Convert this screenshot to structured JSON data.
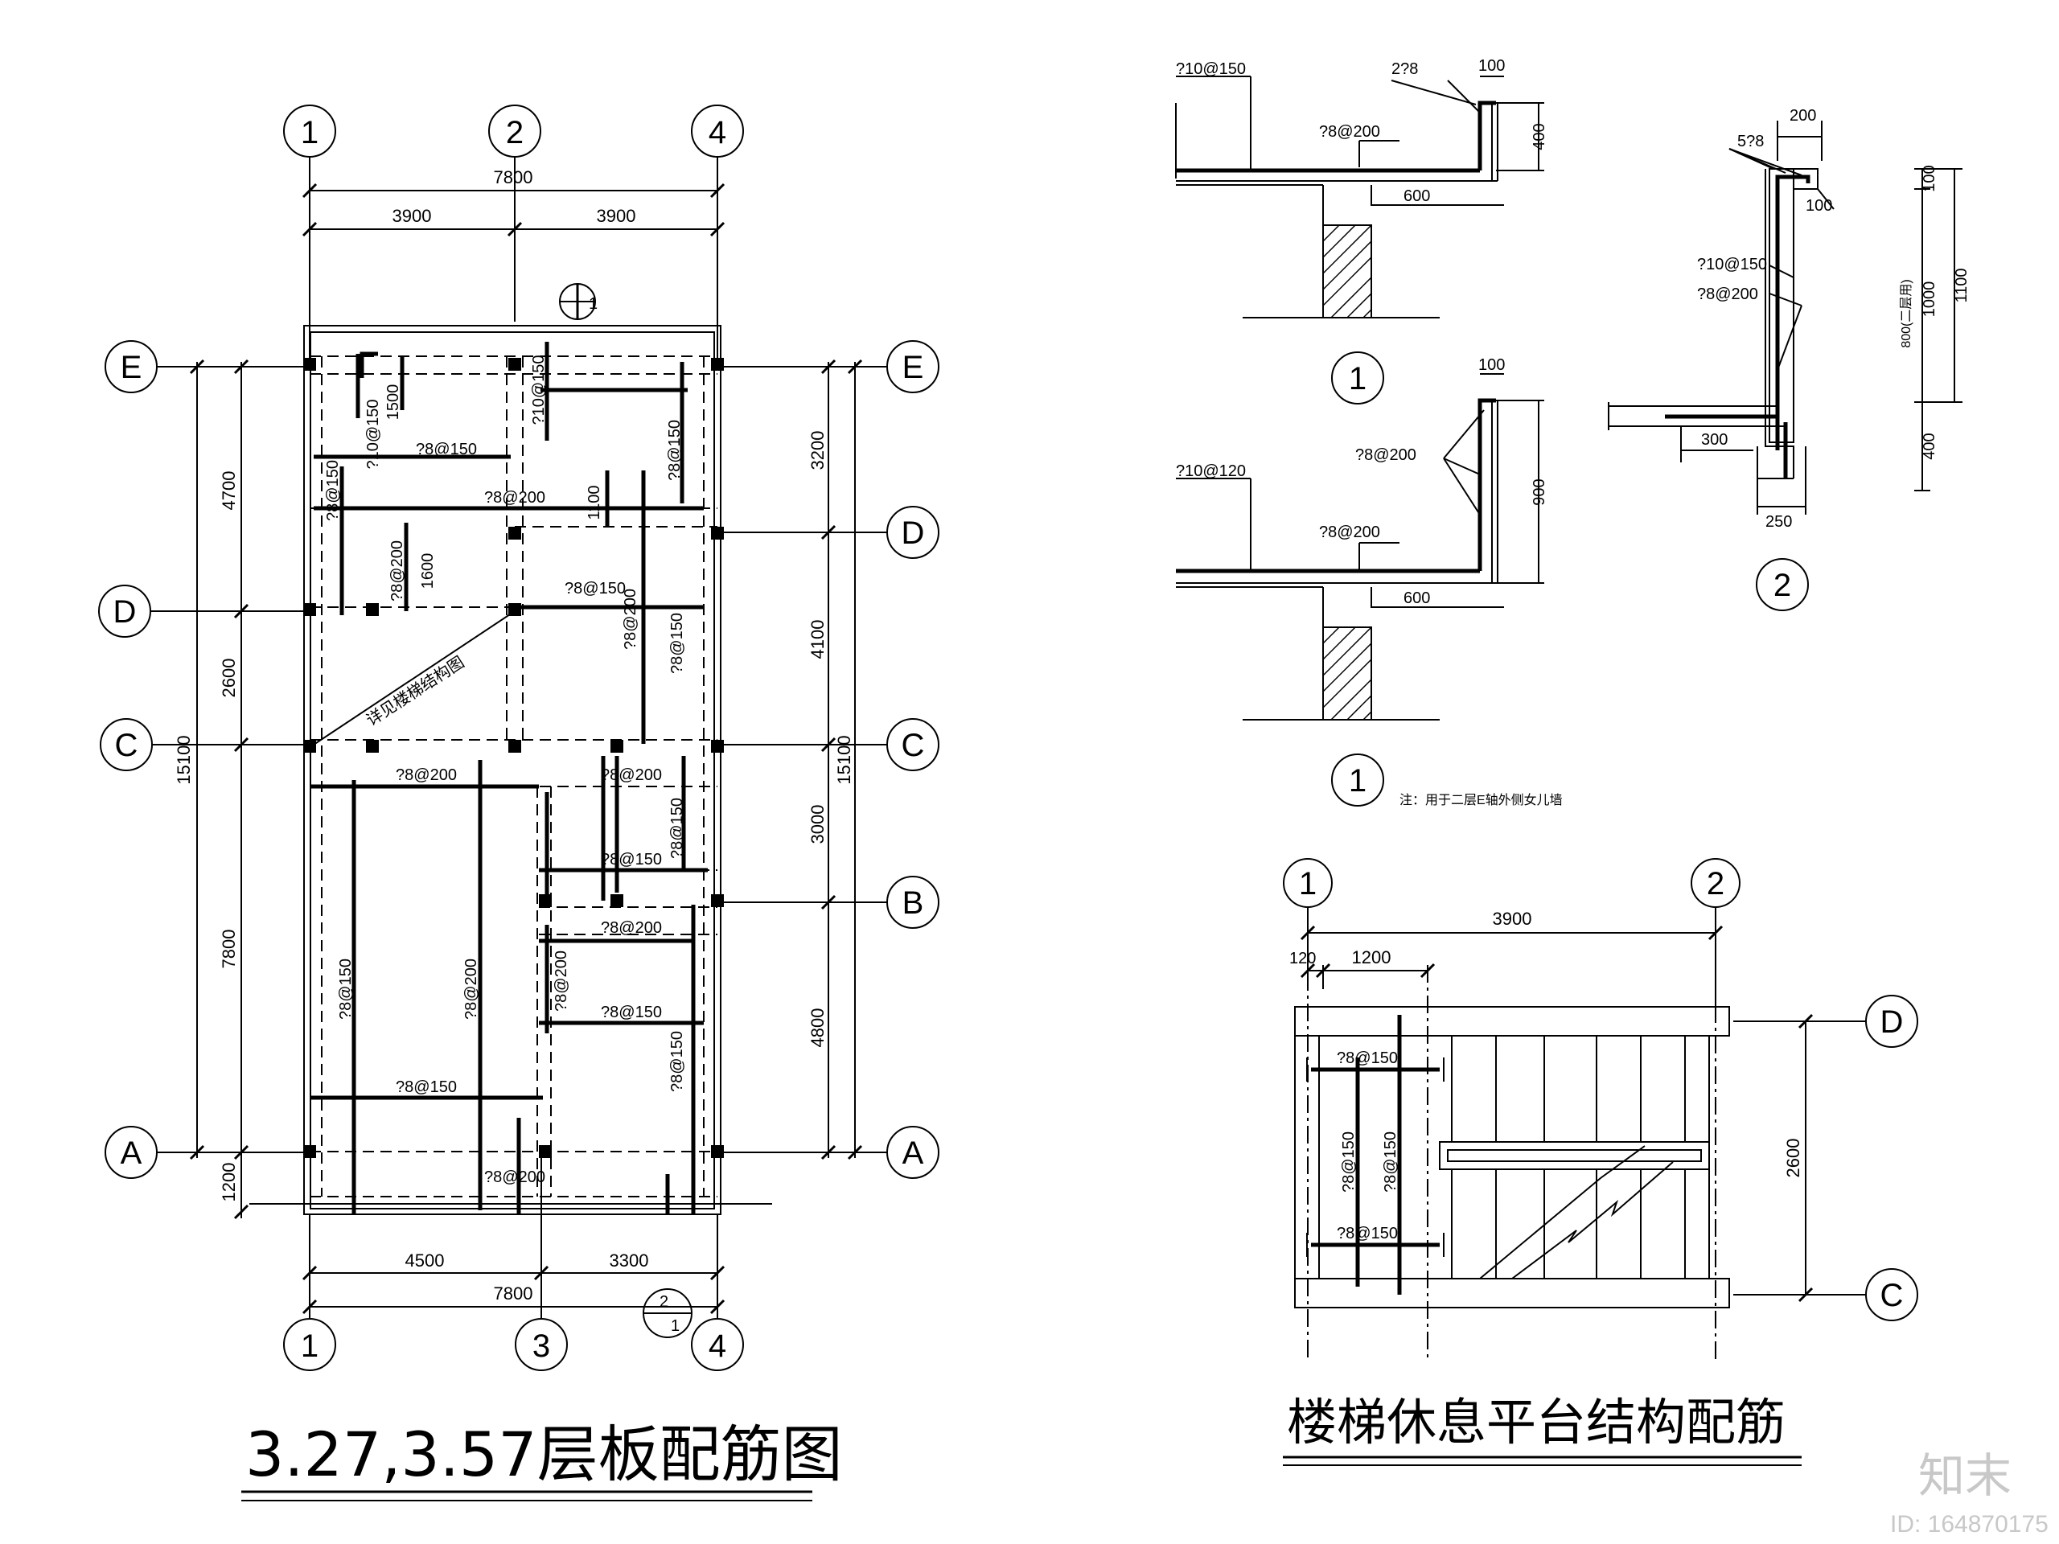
{
  "plan": {
    "title": "3.27,3.57层板配筋图",
    "axes_top": [
      "1",
      "2",
      "4"
    ],
    "axes_bottom": [
      "1",
      "3",
      "4"
    ],
    "axes_left": [
      "E",
      "D",
      "C",
      "A"
    ],
    "axes_right": [
      "E",
      "D",
      "C",
      "B",
      "A"
    ],
    "dims_top": {
      "total": "7800",
      "a": "3900",
      "b": "3900"
    },
    "dims_bottom": {
      "total": "7800",
      "a": "4500",
      "b": "3300"
    },
    "dims_left": {
      "total": "15100",
      "a": "4700",
      "b": "2600",
      "c": "7800",
      "d": "1200"
    },
    "dims_right": {
      "total": "15100",
      "a": "3200",
      "b": "4100",
      "c": "3000",
      "d": "4800"
    },
    "section_marks": {
      "s1": "1",
      "s2": "2",
      "s2_sheet": "1"
    },
    "rebar": {
      "r1": "?10@150",
      "r2": "1500",
      "r3": "?8@150",
      "r4": "?10@150",
      "r5": "?8@150",
      "r6": "?8@150",
      "r7": "?8@200",
      "r8": "1100",
      "r9": "?8@200",
      "r10": "1600",
      "r11": "?8@150",
      "r12": "?8@200",
      "r13": "?8@150",
      "r14": "?8@200",
      "r15": "?8@200",
      "r16": "?8@150",
      "r17": "?8@150",
      "r18": "?8@200",
      "r19": "?8@150",
      "r20": "?8@200",
      "r21": "?8@200",
      "r22": "?8@150",
      "r23": "?8@150",
      "r24": "?8@150",
      "r25": "?8@200"
    },
    "stair_note": "详见楼梯结构图"
  },
  "sec1a": {
    "top_rebar": "?10@150",
    "bars": "2?8",
    "w100": "100",
    "dist": "?8@200",
    "h400": "400",
    "w600": "600",
    "label": "1"
  },
  "sec1b": {
    "w100": "100",
    "dist": "?8@200",
    "top_rebar": "?10@120",
    "dist2": "?8@200",
    "h900": "900",
    "w600": "600",
    "label": "1",
    "note": "注：用于二层E轴外侧女儿墙"
  },
  "sec2": {
    "w200": "200",
    "bars": "5?8",
    "w100": "100",
    "r1": "?10@150",
    "r2": "?8@200",
    "h100": "100",
    "h1000": "1000",
    "h1100": "1100",
    "note800": "800(二层用)",
    "h400": "400",
    "w300": "300",
    "w250": "250",
    "label": "2"
  },
  "stair": {
    "title": "楼梯休息平台结构配筋",
    "axes_top": [
      "1",
      "2"
    ],
    "axes_right": [
      "D",
      "C"
    ],
    "dim_total": "3900",
    "dim_120": "120",
    "dim_1200": "1200",
    "dim_2600": "2600",
    "r1": "?8@150",
    "r2": "?8@150",
    "r3": "?8@150",
    "r4": "?8@150"
  },
  "watermark": {
    "brand": "知末",
    "id": "ID: 164870175"
  }
}
